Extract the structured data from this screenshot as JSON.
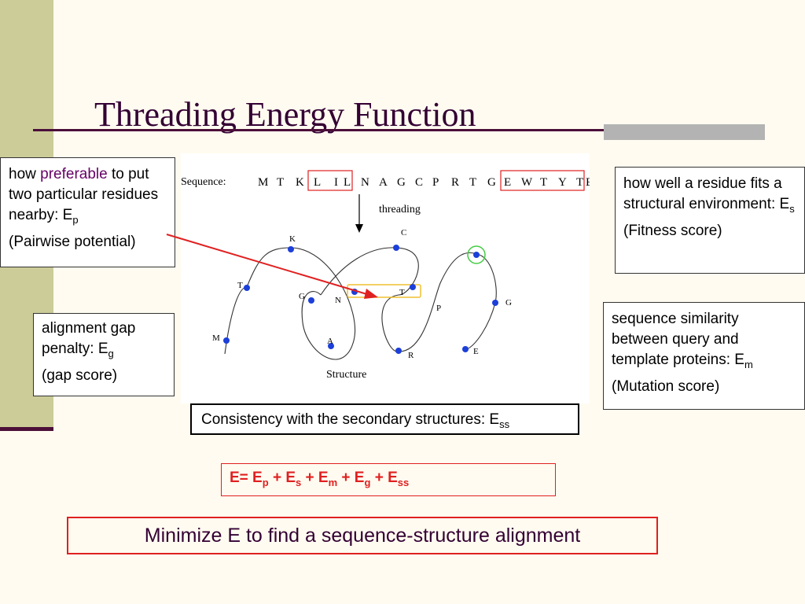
{
  "title": "Threading Energy Function",
  "pairwise_box": {
    "line1_pre": "how ",
    "line1_highlight": "preferable",
    "line1_post": " to put two particular residues nearby: E",
    "sub": "p",
    "label": "(Pairwise potential)"
  },
  "fitness_box": {
    "text": "how well a residue fits a structural environment: E",
    "sub": "s",
    "label": "(Fitness score)"
  },
  "gap_box": {
    "text": "alignment gap penalty: E",
    "sub": "g",
    "label": "(gap score)"
  },
  "mutation_box": {
    "text": "sequence similarity between query and template proteins: E",
    "sub": "m",
    "label": "(Mutation score)"
  },
  "consistency_box": {
    "text": "Consistency with the secondary structures: E",
    "sub": "ss"
  },
  "diagram": {
    "sequence_label": "Sequence:",
    "sequence": [
      "M",
      "T",
      "K",
      "L",
      "I",
      "L",
      "N",
      "A",
      "G",
      "C",
      "P",
      "R",
      "T",
      "G",
      "E",
      "W",
      "T",
      "Y",
      "T",
      "E"
    ],
    "threading_label": "threading",
    "structure_label": "Structure",
    "residue_labels": [
      "K",
      "C",
      "T",
      "G",
      "N",
      "T",
      "P",
      "G",
      "M",
      "A",
      "R",
      "E"
    ]
  },
  "energy_formula": {
    "prefix": "E= E",
    "p": "p",
    "plus_s": " + E",
    "s": "s",
    "plus_m": " + E",
    "m": "m",
    "plus_g": " + E",
    "g": "g",
    "plus_ss": " + E",
    "ss": "ss"
  },
  "minimize_text": "Minimize E to find a sequence-structure alignment",
  "colors": {
    "sidebar": "#cccc99",
    "rule": "#4b0f3a",
    "title": "#330033",
    "accent_red": "#e02020",
    "node_blue": "#1c3fd9"
  }
}
